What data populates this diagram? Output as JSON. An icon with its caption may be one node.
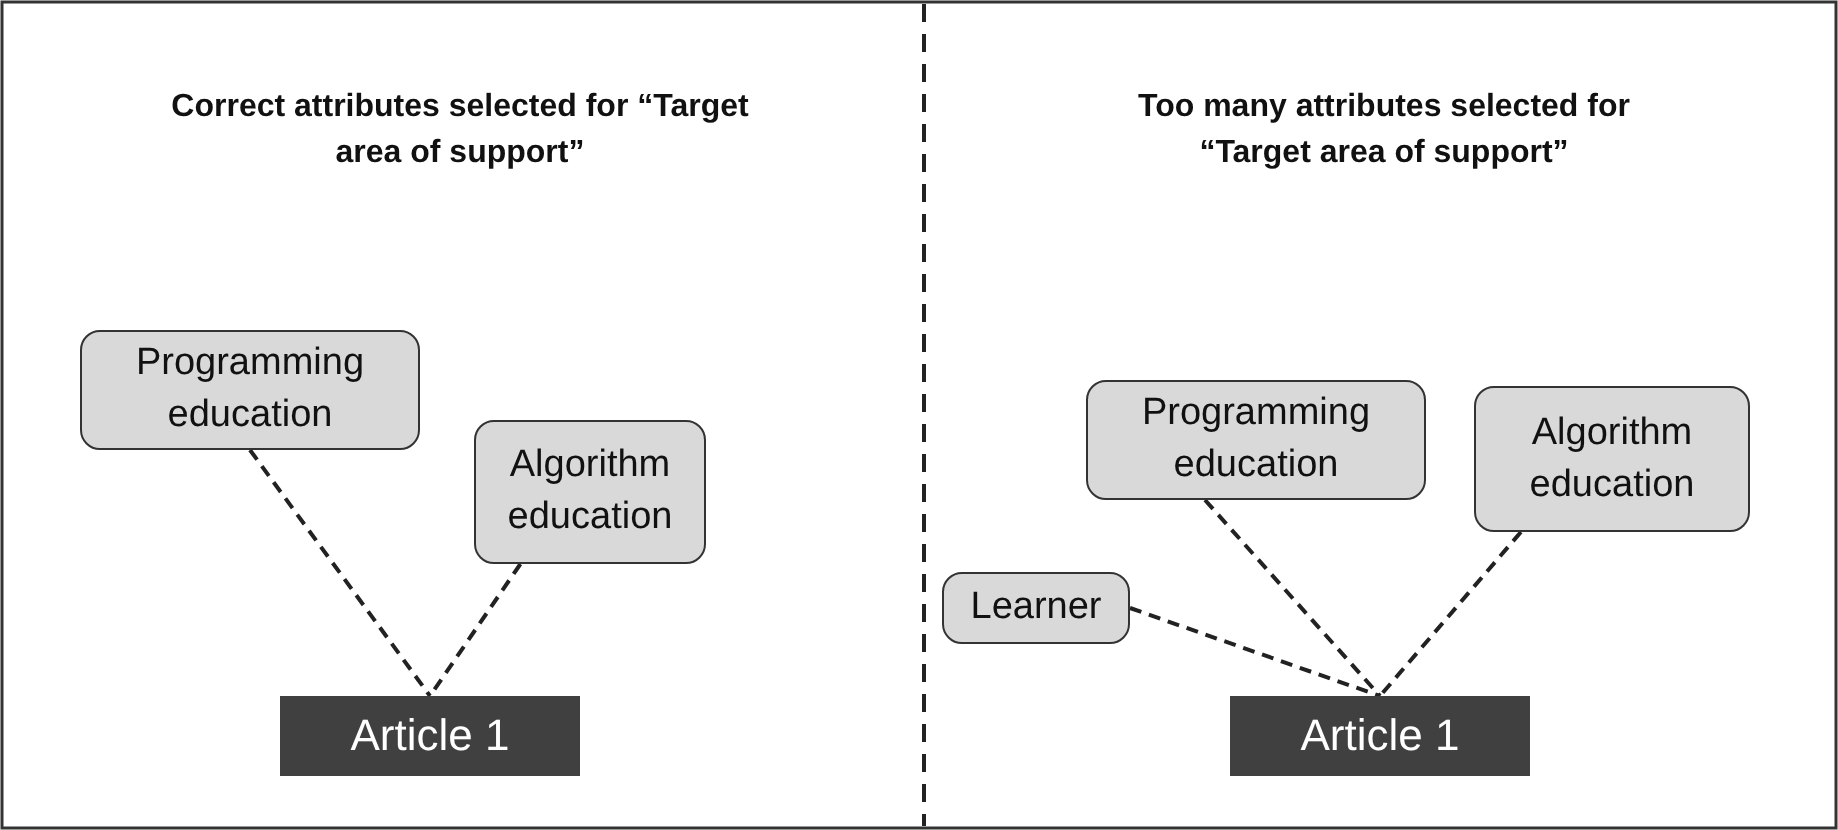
{
  "diagram": {
    "nodes": [
      {
        "text": [
          "Programming education"
        ]
      },
      {
        "text": [
          "Algorithm education"
        ]
      },
      {
        "text": [
          "Article 1"
        ]
      },
      {
        "text": [
          "Programming education"
        ]
      },
      {
        "text": [
          "Algorithm education"
        ]
      },
      {
        "text": [
          "Learner"
        ]
      },
      {
        "text": [
          "Article 1"
        ]
      }
    ],
    "edges": [
      {
        "from": 0,
        "to": 2,
        "arrow": "none",
        "style": "dashed"
      },
      {
        "from": 1,
        "to": 2,
        "arrow": "none",
        "style": "dashed"
      },
      {
        "from": 3,
        "to": 6,
        "arrow": "none",
        "style": "dashed"
      },
      {
        "from": 4,
        "to": 6,
        "arrow": "none",
        "style": "dashed"
      },
      {
        "from": 5,
        "to": 6,
        "arrow": "none",
        "style": "dashed"
      }
    ],
    "labels": [
      "Correct attributes selected for “Target area of support”",
      "Too many attributes selected for “Target area of support”"
    ]
  }
}
